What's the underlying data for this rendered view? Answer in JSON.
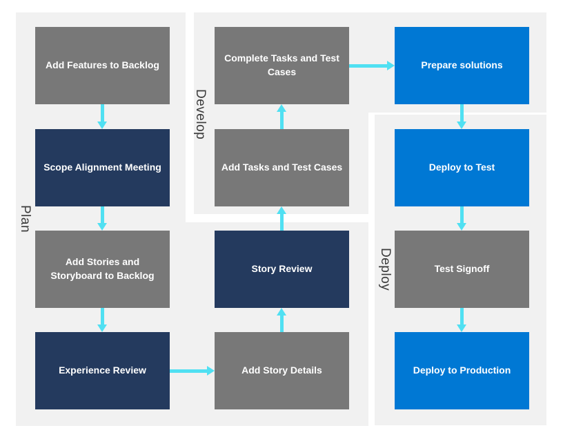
{
  "diagram_type": "process-flow",
  "colors": {
    "panel_background": "#f1f1f1",
    "node_gray": "#787878",
    "node_navy": "#243a5e",
    "node_blue": "#0078d4",
    "arrow_cyan": "#50e0f2",
    "lane_label_text": "#3b3b3b",
    "node_text": "#ffffff"
  },
  "lanes": [
    {
      "label": "Plan"
    },
    {
      "label": "Develop"
    },
    {
      "label": "Deploy"
    }
  ],
  "nodes": [
    {
      "label": "Add Features to Backlog",
      "lane": "Plan",
      "color": "gray"
    },
    {
      "label": "Scope Alignment Meeting",
      "lane": "Plan",
      "color": "navy"
    },
    {
      "label": "Add Stories and\nStoryboard to Backlog",
      "lane": "Plan",
      "color": "gray"
    },
    {
      "label": "Experience Review",
      "lane": "Plan",
      "color": "navy"
    },
    {
      "label": "Complete Tasks and Test\nCases",
      "lane": "Develop",
      "color": "gray"
    },
    {
      "label": "Add Tasks and Test Cases",
      "lane": "Develop",
      "color": "gray"
    },
    {
      "label": "Story Review",
      "lane": "Develop",
      "color": "navy"
    },
    {
      "label": "Add Story Details",
      "lane": "Develop",
      "color": "gray"
    },
    {
      "label": "Prepare solutions",
      "lane": "Develop",
      "color": "blue"
    },
    {
      "label": "Deploy to Test",
      "lane": "Deploy",
      "color": "blue"
    },
    {
      "label": "Test Signoff",
      "lane": "Deploy",
      "color": "gray"
    },
    {
      "label": "Deploy to Production",
      "lane": "Deploy",
      "color": "blue"
    }
  ],
  "connections": [
    {
      "from": "Add Features to Backlog",
      "to": "Scope Alignment Meeting",
      "direction": "down"
    },
    {
      "from": "Scope Alignment Meeting",
      "to": "Add Stories and Storyboard to Backlog",
      "direction": "down"
    },
    {
      "from": "Add Stories and Storyboard to Backlog",
      "to": "Experience Review",
      "direction": "down"
    },
    {
      "from": "Experience Review",
      "to": "Add Story Details",
      "direction": "right"
    },
    {
      "from": "Add Story Details",
      "to": "Story Review",
      "direction": "up"
    },
    {
      "from": "Story Review",
      "to": "Add Tasks and Test Cases",
      "direction": "up"
    },
    {
      "from": "Add Tasks and Test Cases",
      "to": "Complete Tasks and Test Cases",
      "direction": "up"
    },
    {
      "from": "Complete Tasks and Test Cases",
      "to": "Prepare solutions",
      "direction": "right"
    },
    {
      "from": "Prepare solutions",
      "to": "Deploy to Test",
      "direction": "down"
    },
    {
      "from": "Deploy to Test",
      "to": "Test Signoff",
      "direction": "down"
    },
    {
      "from": "Test Signoff",
      "to": "Deploy to Production",
      "direction": "down"
    }
  ]
}
